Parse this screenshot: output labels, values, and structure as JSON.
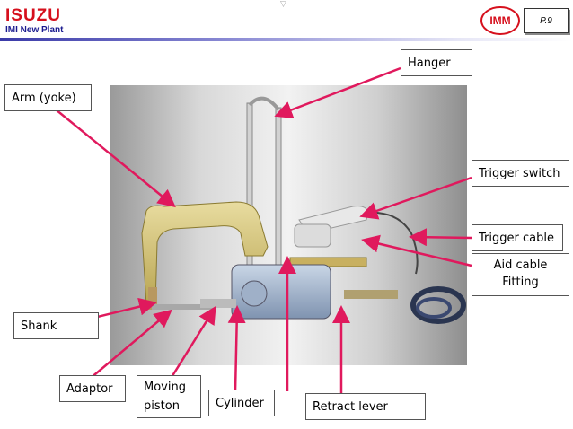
{
  "header": {
    "brand": "ISUZU",
    "subtitle": "IMI New Plant",
    "partner_logo": "IMM",
    "page_number": "P.9"
  },
  "colors": {
    "arrow": "#e0195d",
    "brand_red": "#d6101d",
    "bar_blue": "#3a3aa8"
  },
  "labels": {
    "hanger": "Hanger",
    "arm_yoke": "Arm (yoke)",
    "trigger_switch": "Trigger switch",
    "trigger_cable": "Trigger cable",
    "aid_cable_line1": "Aid cable",
    "aid_cable_line2": "Fitting",
    "shank": "Shank",
    "adaptor": "Adaptor",
    "moving_piston_line1": "Moving",
    "moving_piston_line2": "piston",
    "cylinder": "Cylinder",
    "retract_lever": "Retract lever"
  }
}
